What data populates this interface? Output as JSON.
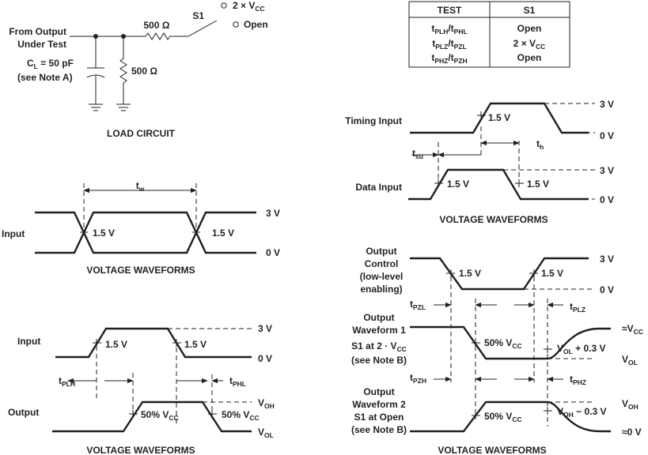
{
  "load_circuit": {
    "label_source": "From Output Under Test",
    "label_source_line1": "From Output",
    "label_source_line2": "Under Test",
    "cap_value": "C_L = 50 pF",
    "cap_note": "(see Note A)",
    "r_series": "500 Ω",
    "r_shunt": "500 Ω",
    "switch": "S1",
    "sw_pos1": "2 × V_CC",
    "sw_pos2": "Open",
    "caption": "LOAD CIRCUIT"
  },
  "table": {
    "headers": [
      "TEST",
      "S1"
    ],
    "rows": [
      {
        "test": "t_PLH/t_PHL",
        "s1": "Open"
      },
      {
        "test": "t_PLZ/t_PZL",
        "s1": "2 × V_CC"
      },
      {
        "test": "t_PHZ/t_PZH",
        "s1": "Open"
      }
    ]
  },
  "timing_panel": {
    "timing_input": "Timing Input",
    "data_input": "Data Input",
    "v_high": "3 V",
    "v_low": "0 V",
    "level": "1.5 V",
    "tsu": "t_su",
    "th": "t_h",
    "caption": "VOLTAGE WAVEFORMS"
  },
  "pulse_panel": {
    "input": "Input",
    "level": "1.5 V",
    "tw": "t_w",
    "v_high": "3 V",
    "v_low": "0 V",
    "caption": "VOLTAGE WAVEFORMS"
  },
  "prop_panel": {
    "input": "Input",
    "output": "Output",
    "level": "1.5 V",
    "level_out": "50% V_CC",
    "v_high": "3 V",
    "v_low": "0 V",
    "voh": "V_OH",
    "vol": "V_OL",
    "tplh": "t_PLH",
    "tphl": "t_PHL",
    "caption": "VOLTAGE WAVEFORMS"
  },
  "enable_panel": {
    "output_control": [
      "Output",
      "Control",
      "(low-level",
      "enabling)"
    ],
    "wave1_label": [
      "Output",
      "Waveform 1",
      "S1 at 2 · V_CC",
      "(see Note B)"
    ],
    "wave2_label": [
      "Output",
      "Waveform 2",
      "S1 at Open",
      "(see Note B)"
    ],
    "level": "1.5 V",
    "level_out": "50% V_CC",
    "v_high": "3 V",
    "v_low": "0 V",
    "vcc": "≈V_CC",
    "vol": "V_OL",
    "voh": "V_OH",
    "zero": "≈0 V",
    "vol_plus": "V_OL + 0.3 V",
    "voh_minus": "V_OH − 0.3 V",
    "tpzl": "t_PZL",
    "tplz": "t_PLZ",
    "tpzh": "t_PZH",
    "tphz": "t_PHZ",
    "caption": "VOLTAGE WAVEFORMS"
  }
}
